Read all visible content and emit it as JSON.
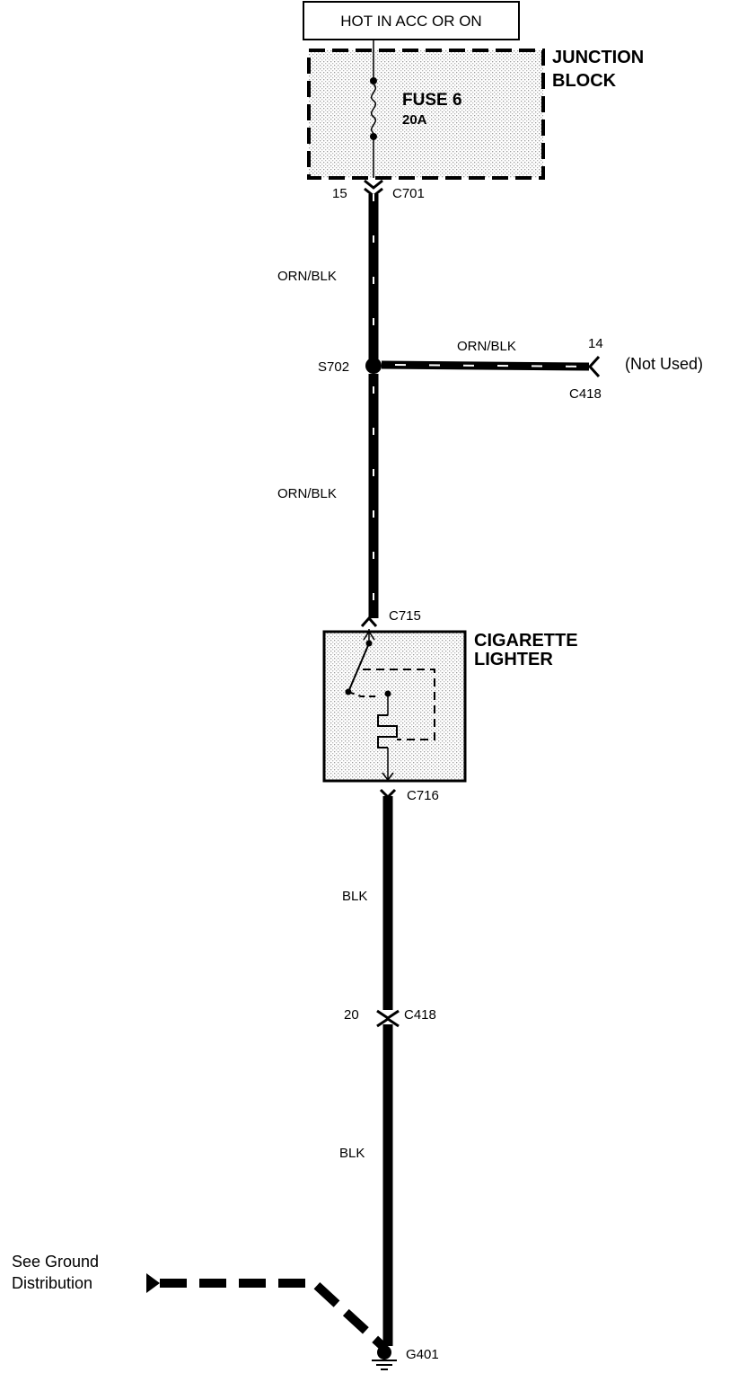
{
  "power_label": "HOT IN ACC OR ON",
  "junction_block": {
    "line1": "JUNCTION",
    "line2": "BLOCK"
  },
  "fuse": {
    "name": "FUSE 6",
    "rating": "20A"
  },
  "connectors": {
    "c701": {
      "pin": "15",
      "name": "C701"
    },
    "c715": {
      "name": "C715"
    },
    "c716": {
      "name": "C716"
    },
    "c418_upper": {
      "pin": "14",
      "name": "C418"
    },
    "c418_lower": {
      "pin": "20",
      "name": "C418"
    }
  },
  "splice": {
    "name": "S702"
  },
  "wires": {
    "upper": "ORN/BLK",
    "branch": "ORN/BLK",
    "middle": "ORN/BLK",
    "lower1": "BLK",
    "lower2": "BLK"
  },
  "not_used": "(Not Used)",
  "cigarette_lighter": {
    "line1": "CIGARETTE",
    "line2": "LIGHTER"
  },
  "ground": {
    "name": "G401",
    "reference_line1": "See Ground",
    "reference_line2": "Distribution"
  },
  "colors": {
    "ink": "#000000",
    "background": "#ffffff",
    "shading": "#d8d8d8"
  }
}
